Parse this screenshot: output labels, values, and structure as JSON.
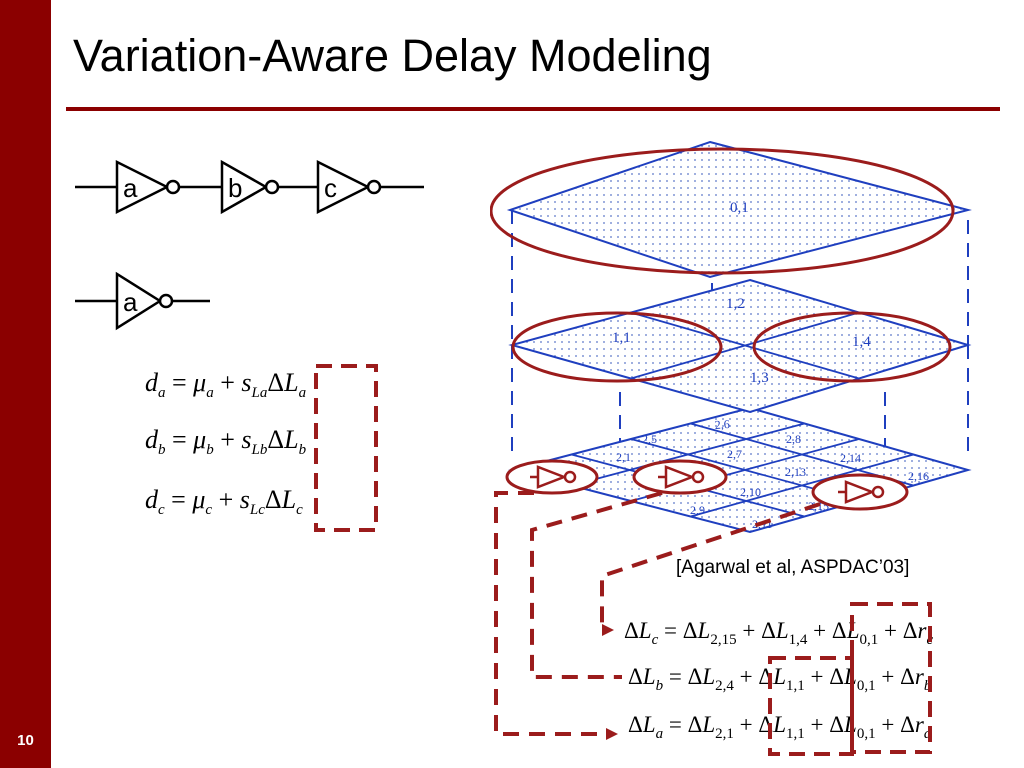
{
  "slide": {
    "title": "Variation-Aware Delay Modeling",
    "slide_number": "10"
  },
  "gates": {
    "chain_labels": [
      "a",
      "b",
      "c"
    ],
    "single_label": "a"
  },
  "gate_equations": [
    {
      "lhs": "d",
      "gate": "a",
      "mu": "μ",
      "s": "s",
      "s_sub": "La",
      "delta": "Δ",
      "L": "L"
    },
    {
      "lhs": "d",
      "gate": "b",
      "mu": "μ",
      "s": "s",
      "s_sub": "Lb",
      "delta": "Δ",
      "L": "L"
    },
    {
      "lhs": "d",
      "gate": "c",
      "mu": "μ",
      "s": "s",
      "s_sub": "Lc",
      "delta": "Δ",
      "L": "L"
    }
  ],
  "operators": {
    "equals": "=",
    "plus": "+"
  },
  "grid_labels": {
    "level0": [
      "0,1"
    ],
    "level1": [
      "1,1",
      "1,2",
      "1,3",
      "1,4"
    ],
    "level2": [
      "2,1",
      "2,5",
      "2,6",
      "2,7",
      "2,8",
      "2,9",
      "2,10",
      "2,11",
      "2,13",
      "2,14",
      "2,15",
      "2,16"
    ]
  },
  "citation": "[Agarwal et al, ASPDAC’03]",
  "variation_equations": [
    {
      "lhs_sub": "c",
      "t1": "2,15",
      "t2": "1,4",
      "t3": "0,1",
      "r_sub": "c"
    },
    {
      "lhs_sub": "b",
      "t1": "2,4",
      "t2": "1,1",
      "t3": "0,1",
      "r_sub": "b"
    },
    {
      "lhs_sub": "a",
      "t1": "2,1",
      "t2": "1,1",
      "t3": "0,1",
      "r_sub": "a"
    }
  ],
  "symbols": {
    "delta": "Δ",
    "L": "L",
    "r": "r"
  },
  "colors": {
    "accent": "#8b0000",
    "grid_blue": "#1f3fbf",
    "highlight_red": "#9b1c1c",
    "text": "#000000"
  }
}
